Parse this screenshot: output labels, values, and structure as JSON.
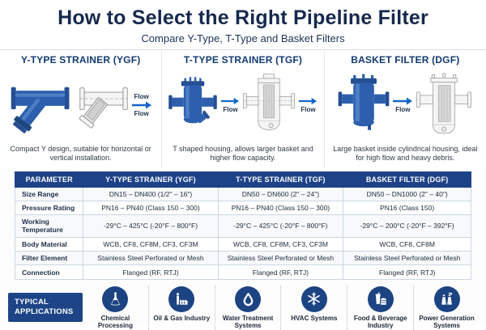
{
  "header": {
    "title": "How to Select the Right Pipeline Filter",
    "subtitle": "Compare Y-Type, T-Type and Basket Filters"
  },
  "columns": [
    {
      "heading": "Y-TYPE STRAINER (YGF)",
      "caption": "Compact Y design, suitable for horizontal or vertical installation.",
      "flow_top": "Flow",
      "flow_bottom": "Flow"
    },
    {
      "heading": "T-TYPE STRAINER (TGF)",
      "caption": "T shaped housing, allows larger basket and higher flow capacity.",
      "flow_left": "Flow",
      "flow_right": "Flow"
    },
    {
      "heading": "BASKET FILTER (DGF)",
      "caption": "Large basket inside cylindrical housing, ideal for high flow and heavy debris.",
      "flow_left": "Flow"
    }
  ],
  "table": {
    "headers": [
      "PARAMETER",
      "Y-TYPE STRAINER (YGF)",
      "T-TYPE STRAINER (TGF)",
      "BASKET FILTER (DGF)"
    ],
    "rows": [
      {
        "param": "Size Range",
        "ygf": "DN15 – DN400 (1/2\" – 16\")",
        "tgf": "DN50 – DN600 (2\" – 24\")",
        "dgf": "DN50 – DN1000 (2\" – 40\")"
      },
      {
        "param": "Pressure Rating",
        "ygf": "PN16 – PN40 (Class 150 – 300)",
        "tgf": "PN16 – PN40 (Class 150 – 300)",
        "dgf": "PN16 (Class 150)"
      },
      {
        "param": "Working Temperature",
        "ygf": "-29°C – 425°C (-20°F – 800°F)",
        "tgf": "-29°C – 425°C (-20°F – 800°F)",
        "dgf": "-29°C – 200°C (-20°F – 392°F)"
      },
      {
        "param": "Body Material",
        "ygf": "WCB, CF8, CF8M, CF3, CF3M",
        "tgf": "WCB, CF8, CF8M, CF3, CF3M",
        "dgf": "WCB, CF8, CF8M"
      },
      {
        "param": "Filter Element",
        "ygf": "Stainless Steel Perforated or Mesh",
        "tgf": "Stainless Steel Perforated or Mesh",
        "dgf": "Stainless Steel Perforated or Mesh"
      },
      {
        "param": "Connection",
        "ygf": "Flanged (RF, RTJ)",
        "tgf": "Flanged (RF, RTJ)",
        "dgf": "Flanged (RF, RTJ)"
      }
    ]
  },
  "applications": {
    "label_line1": "TYPICAL",
    "label_line2": "APPLICATIONS",
    "items": [
      {
        "label": "Chemical Processing",
        "icon": "flask-icon"
      },
      {
        "label": "Oil & Gas Industry",
        "icon": "refinery-icon"
      },
      {
        "label": "Water Treatment Systems",
        "icon": "water-drop-icon"
      },
      {
        "label": "HVAC Systems",
        "icon": "snowflake-icon"
      },
      {
        "label": "Food & Beverage Industry",
        "icon": "food-beverage-icon"
      },
      {
        "label": "Power Generation Systems",
        "icon": "power-plant-icon"
      }
    ]
  },
  "colors": {
    "accent_navy": "#16294d",
    "table_header_blue": "#1e4287",
    "app_circle_blue": "#1c4382",
    "strainer_blue": "#2d5fae",
    "flow_arrow_blue": "#1467c8"
  }
}
